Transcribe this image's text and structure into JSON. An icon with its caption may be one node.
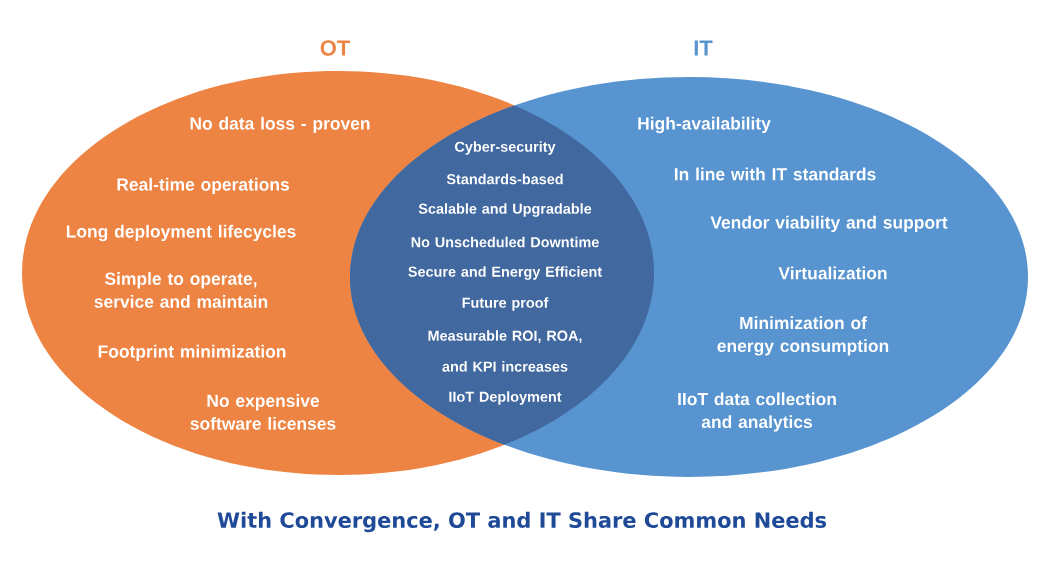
{
  "diagram": {
    "caption": "With Convergence, OT and IT Share Common Needs",
    "nodes": [
      {
        "text": [
          "OT",
          "No data loss - proven",
          "Real-time operations",
          "Long deployment lifecycles",
          "Simple to operate, service and maintain",
          "Footprint minimization",
          "No expensive software licenses"
        ]
      },
      {
        "text": [
          "IT",
          "High-availability",
          "In line with IT standards",
          "Vendor viability and support",
          "Virtualization",
          "Minimization of energy consumption",
          "IIoT data collection and analytics"
        ]
      },
      {
        "text": [
          "Cyber-security",
          "Standards-based",
          "Scalable and Upgradable",
          "No Unscheduled Downtime",
          "Secure and Energy Efficient",
          "Future proof",
          "Measurable ROI, ROA, and KPI increases",
          "IIoT Deployment"
        ]
      }
    ]
  }
}
